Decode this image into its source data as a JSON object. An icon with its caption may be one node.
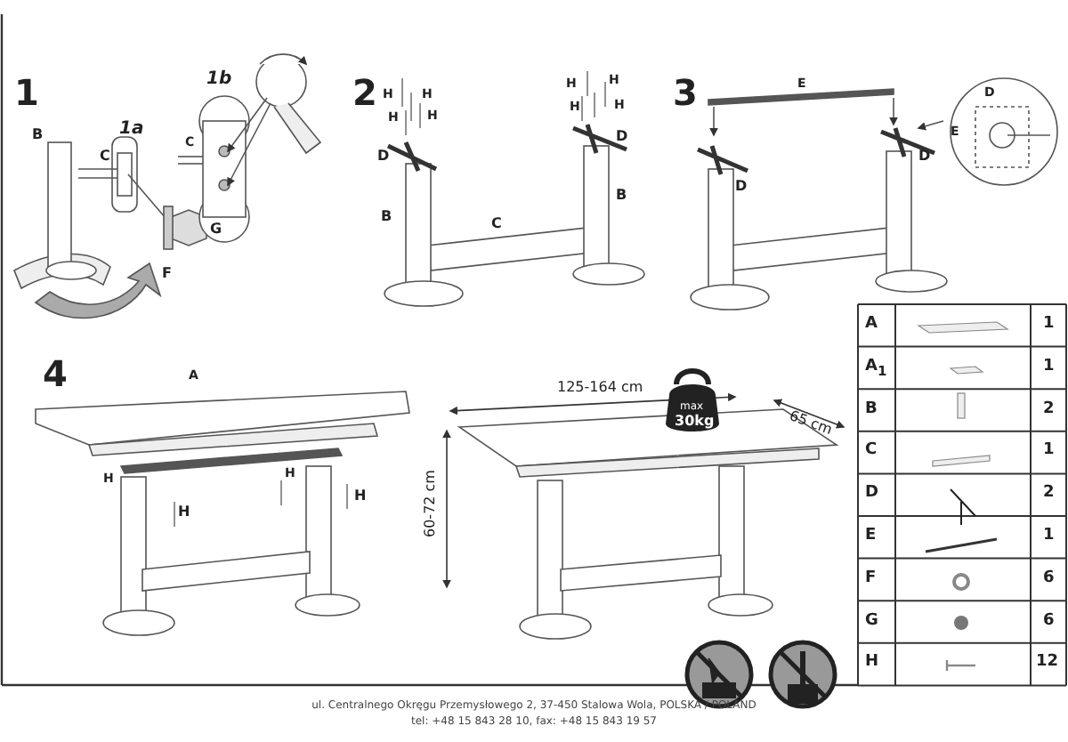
{
  "diagram": {
    "labels": [
      "1",
      "1b",
      "B",
      "1a",
      "C",
      "C",
      "G",
      "F",
      "2",
      "H",
      "H",
      "H",
      "H",
      "D",
      "B",
      "C",
      "H",
      "H",
      "H",
      "H",
      "D",
      "B",
      "3",
      "E",
      "D",
      "D",
      "D",
      "E",
      "A",
      "1",
      "A$_{1}$",
      "1",
      "B",
      "2",
      "C",
      "1",
      "D",
      "2",
      "E",
      "1",
      "F",
      "6",
      "G",
      "6",
      "H",
      "12",
      "4",
      "A",
      "H",
      "H",
      "H",
      "H",
      "125-164 cm",
      "65 cm",
      "60-72 cm",
      "max",
      "30kg",
      "ul. Centralnego Okręgu Przemysłowego 2, 37-450 Stalowa Wola, POLSKA / POLAND",
      "tel: +48 15 843 28 10, fax: +48 15 843 19 57"
    ]
  }
}
